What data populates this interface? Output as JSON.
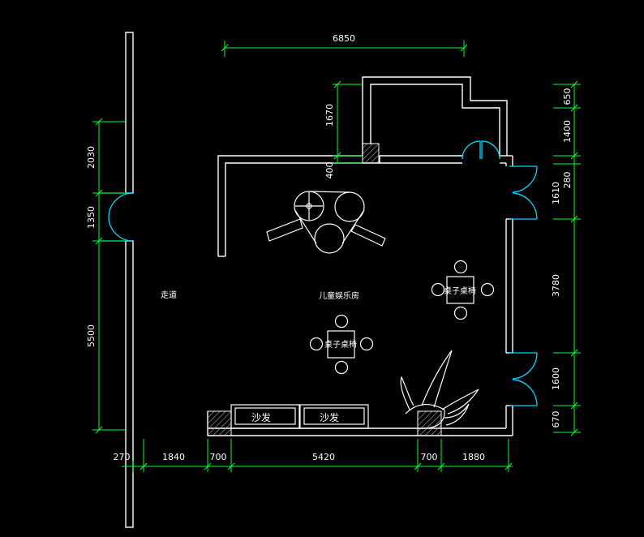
{
  "labels": {
    "corridor": "走道",
    "room": "儿童娱乐房",
    "table_right": "桌子桌椅",
    "table_center": "桌子桌椅",
    "sofa_left": "沙发",
    "sofa_right": "沙发"
  },
  "dims": {
    "top_width": "6850",
    "bottom_270": "270",
    "bottom_1840": "1840",
    "bottom_700a": "700",
    "bottom_5420": "5420",
    "bottom_700b": "700",
    "bottom_1880": "1880",
    "left_2030": "2030",
    "left_1350": "1350",
    "left_5500": "5500",
    "mid_1670": "1670",
    "mid_400": "400",
    "right_650": "650",
    "right_1400": "1400",
    "right_280": "280",
    "right_1610": "1610",
    "right_3780": "3780",
    "right_1600": "1600",
    "right_670": "670"
  },
  "colors": {
    "background": "#000000",
    "wall": "#ffffff",
    "door": "#00d8ff",
    "dimension": "#00ff33"
  }
}
